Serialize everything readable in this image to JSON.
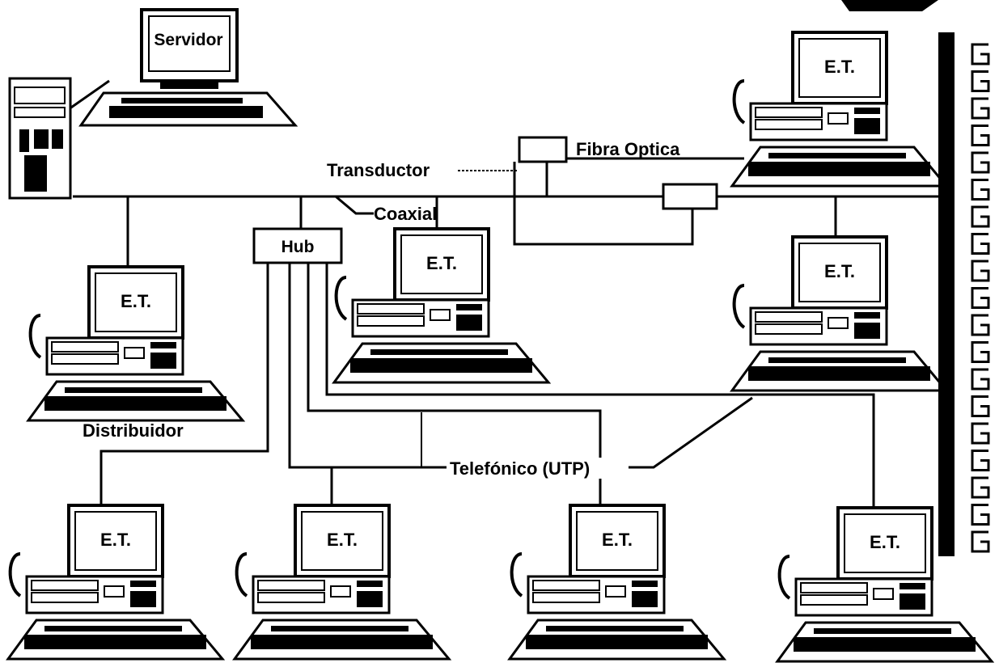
{
  "labels": {
    "servidor": "Servidor",
    "distribuidor": "Distribuidor",
    "transductor": "Transductor",
    "fibra": "Fibra Optica",
    "coaxial": "Coaxial",
    "hub": "Hub",
    "telefonico": "Telefónico (UTP)",
    "et": "E.T."
  },
  "workstations": [
    {
      "id": "et-top-right",
      "label": "E.T."
    },
    {
      "id": "et-right-middle",
      "label": "E.T."
    },
    {
      "id": "et-center",
      "label": "E.T."
    },
    {
      "id": "et-left-middle",
      "label": "E.T."
    },
    {
      "id": "et-bottom-1",
      "label": "E.T."
    },
    {
      "id": "et-bottom-2",
      "label": "E.T."
    },
    {
      "id": "et-bottom-3",
      "label": "E.T."
    },
    {
      "id": "et-bottom-4",
      "label": "E.T."
    }
  ]
}
